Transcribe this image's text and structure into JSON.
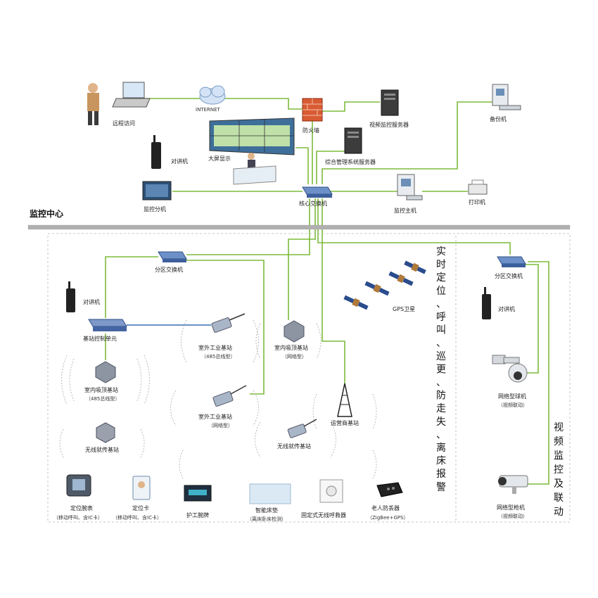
{
  "sections": {
    "monitor_center": "监控中心",
    "realtime_vertical": "实时定位、呼叫、巡更、防走失、离床报警",
    "video_vertical": "视频监控及联动"
  },
  "nodes": {
    "remote_access": "远程访问",
    "internet": "INTERNET",
    "big_screen": "大屏显示",
    "firewall": "防火墙",
    "video_server": "视频监控服务器",
    "backup": "备份机",
    "mgmt_server": "综合管理系统服务器",
    "walkie_top": "对讲机",
    "monitor_ext": "监控分机",
    "core_switch": "核心交换机",
    "monitor_host": "监控主机",
    "printer": "打印机",
    "zone_switch_left": "分区交换机",
    "walkie_left": "对讲机",
    "base_ctrl": "基站控制单元",
    "outdoor_485_a": "室外工业基站",
    "outdoor_485_b": "（485总线型）",
    "ceiling_net_a": "室内吸顶基站",
    "ceiling_net_b": "（网络型）",
    "ceiling_485_a": "室内吸顶基站",
    "ceiling_485_b": "（485总线型）",
    "outdoor_net_a": "室外工业基站",
    "outdoor_net_b": "（网络型）",
    "wireless_relay_left": "无线就传基站",
    "wireless_relay_mid": "无线就传基站",
    "carrier_station": "运营商基站",
    "gps": "GPS卫星",
    "zone_switch_right": "分区交换机",
    "walkie_right": "对讲机",
    "dome_cam_a": "网络型球机",
    "dome_cam_b": "（视频联动）",
    "bullet_cam_a": "网络型枪机",
    "bullet_cam_b": "（视频联动）",
    "watch_a": "定位腕表",
    "watch_b": "（移动呼叫、含IC卡）",
    "card_a": "定位卡",
    "card_b": "（移动呼叫、含IC卡）",
    "nurse_panel": "护工腕牌",
    "smart_mat_a": "智能床垫",
    "smart_mat_b": "（离床卧床检测）",
    "fixed_caller": "固定式无线呼救器",
    "elder_alarm_a": "老人防丢器",
    "elder_alarm_b": "（ZigBee+GPS）"
  },
  "colors": {
    "wire": "#7dbb3c",
    "wire_blue": "#3a6fb0",
    "divider": "#9a9a9a"
  }
}
